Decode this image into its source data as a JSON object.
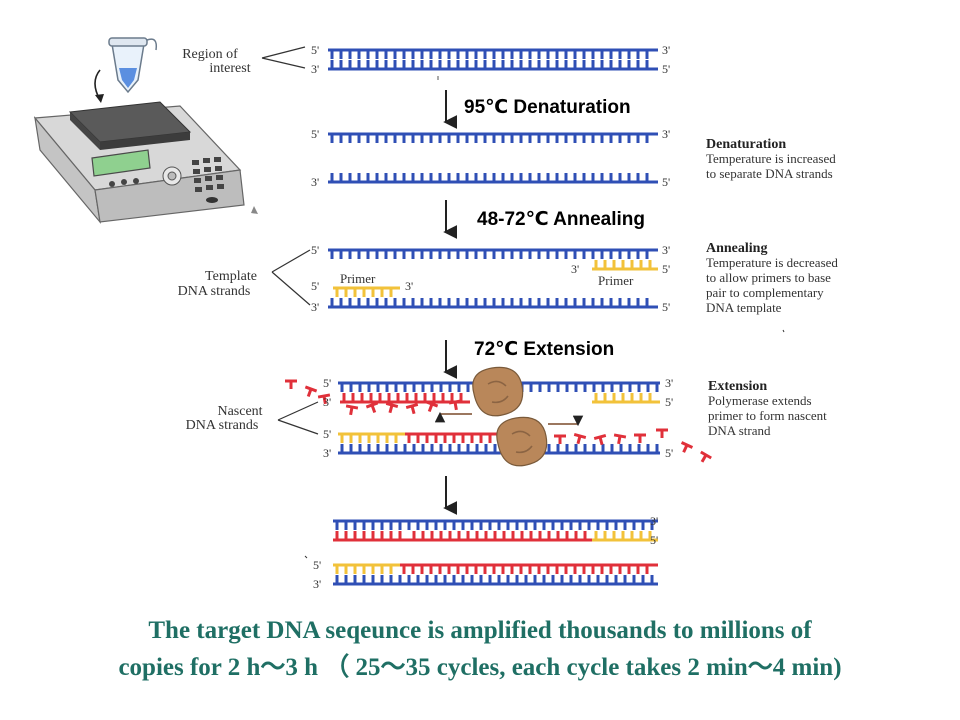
{
  "colors": {
    "backbone_blue": "#2f4fb5",
    "primer_yellow": "#f2c23a",
    "nascent_red": "#e0303a",
    "polymerase_brown": "#b9875a",
    "text_dark": "#333333",
    "caption_teal": "#1f6f64",
    "arrow": "#222222"
  },
  "labels": {
    "region_of_interest": [
      "Region of",
      "interest"
    ],
    "template_strands": [
      "Template",
      "DNA strands"
    ],
    "nascent_strands": [
      "Nascent",
      "DNA strands"
    ],
    "primer": "Primer",
    "end5": "5'",
    "end3": "3'"
  },
  "steps": {
    "denaturation": "95℃ Denaturation",
    "annealing": "48-72℃ Annealing",
    "extension": "72℃ Extension"
  },
  "descriptions": {
    "denaturation": {
      "title": "Denaturation",
      "lines": [
        "Temperature is increased",
        "to separate DNA strands"
      ]
    },
    "annealing": {
      "title": "Annealing",
      "lines": [
        "Temperature is decreased",
        "to allow primers to base",
        "pair to complementary",
        "DNA template"
      ]
    },
    "extension": {
      "title": "Extension",
      "lines": [
        "Polymerase extends",
        "primer to form nascent",
        "DNA strand"
      ]
    }
  },
  "caption": {
    "line1": "The target DNA seqeunce is amplified thousands to millions of",
    "line2": "copies for 2 h～3 h （ 25～35 cycles, each cycle takes 2 min～4 min)"
  }
}
